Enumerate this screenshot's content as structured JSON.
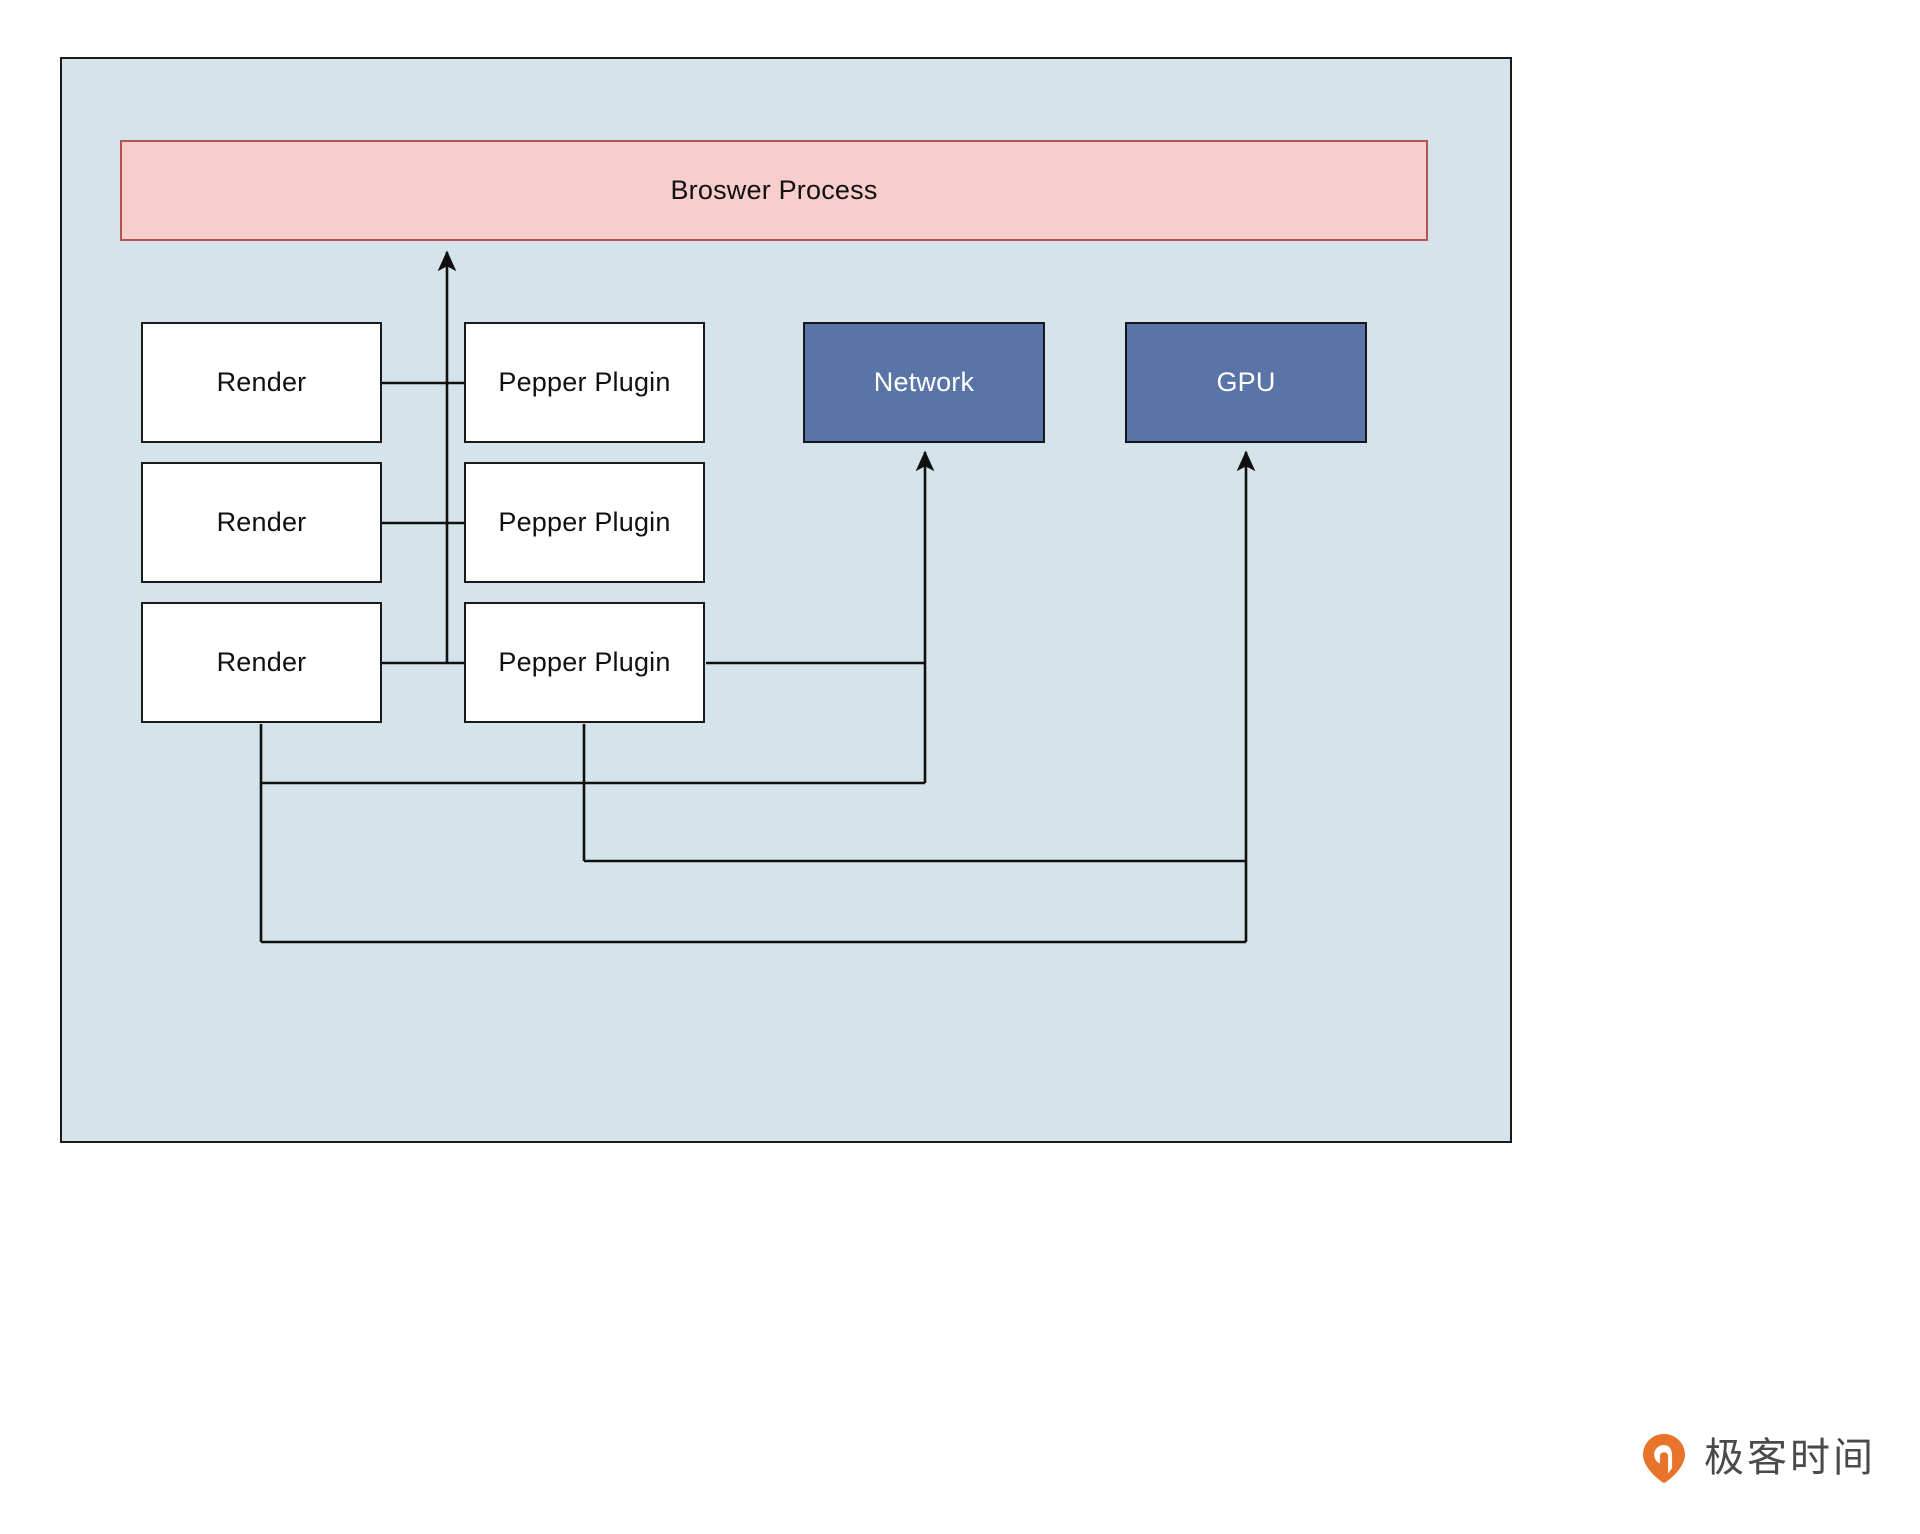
{
  "diagram": {
    "background_color": "#D4E4EA",
    "canvas_color": "#FFFFFF",
    "nodes": {
      "browser_process": {
        "label": "Broswer Process",
        "fill": "#F6CECB",
        "stroke": "#B85450",
        "text_color": "#111111"
      },
      "renders": [
        {
          "label": "Render"
        },
        {
          "label": "Render"
        },
        {
          "label": "Render"
        }
      ],
      "plugins": [
        {
          "label": "Pepper Plugin"
        },
        {
          "label": "Pepper Plugin"
        },
        {
          "label": "Pepper Plugin"
        }
      ],
      "network": {
        "label": "Network",
        "fill": "#5B74A8",
        "stroke": "#15171C",
        "text_color": "#FFFFFF"
      },
      "gpu": {
        "label": "GPU",
        "fill": "#5B74A8",
        "stroke": "#15171C",
        "text_color": "#FFFFFF"
      },
      "white_node_style": {
        "fill": "#FFFFFF",
        "stroke": "#1A1A1A",
        "text_color": "#111111"
      }
    },
    "edges": [
      {
        "from": "Render",
        "to": "Pepper Plugin",
        "style": "plain"
      },
      {
        "from": "Render",
        "to": "Pepper Plugin",
        "style": "plain"
      },
      {
        "from": "Render",
        "to": "Pepper Plugin",
        "style": "plain"
      },
      {
        "from": "Render/Pepper Plugin bus",
        "to": "Broswer Process",
        "style": "arrow"
      },
      {
        "from": "Pepper Plugin",
        "to": "Network",
        "style": "arrow"
      },
      {
        "from": "Render",
        "to": "GPU",
        "style": "arrow"
      },
      {
        "from": "Pepper Plugin",
        "to": "GPU",
        "style": "plain"
      }
    ]
  },
  "watermark": {
    "text": "极客时间",
    "logo_color": "#E8732B",
    "text_color": "#4A4A4A",
    "icon": "location-pin-icon"
  }
}
